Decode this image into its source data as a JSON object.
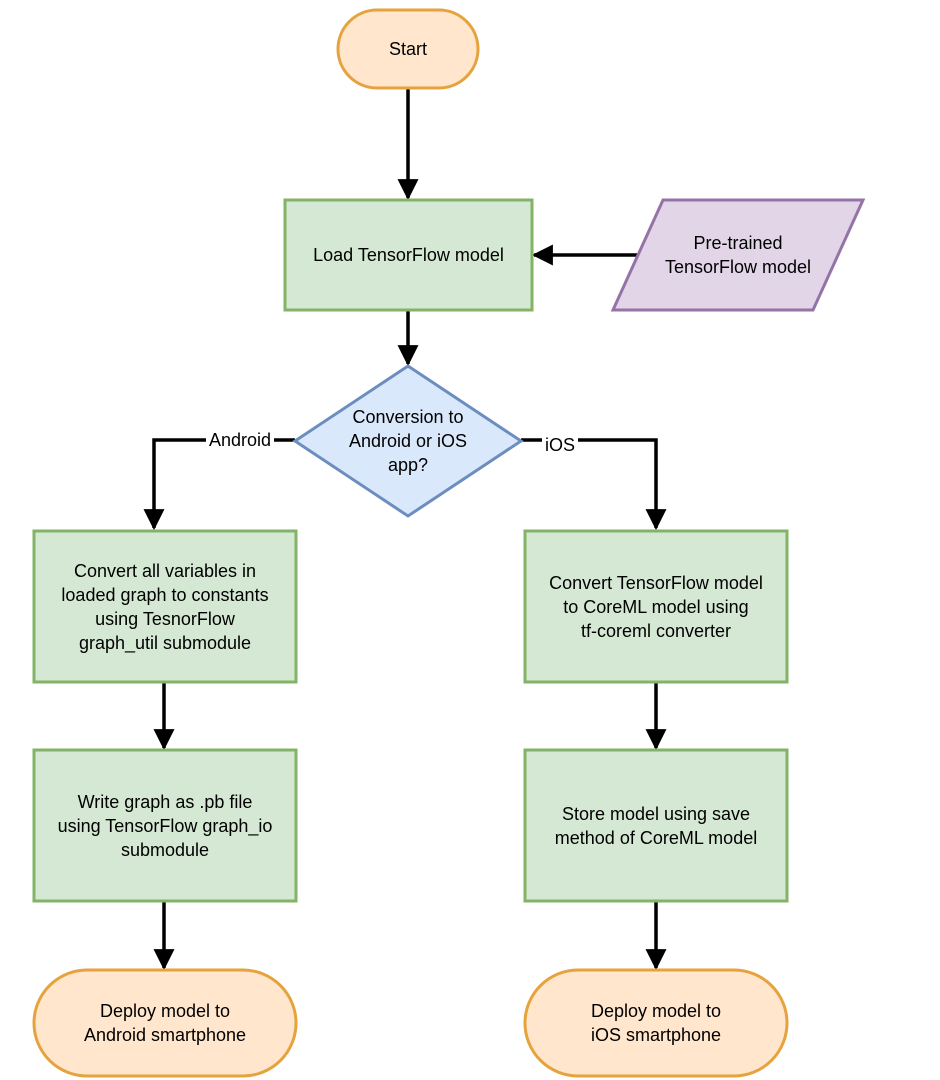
{
  "colors": {
    "terminal_fill": "#ffe6cc",
    "terminal_stroke": "#e6a23c",
    "process_fill": "#d5e8d4",
    "process_stroke": "#82b366",
    "decision_fill": "#dae8fc",
    "decision_stroke": "#6c8ebf",
    "data_fill": "#e1d5e7",
    "data_stroke": "#9673a6",
    "edge": "#000000"
  },
  "nodes": {
    "start": {
      "shape": "terminal",
      "lines": [
        "Start"
      ]
    },
    "load_model": {
      "shape": "process",
      "lines": [
        "Load TensorFlow model"
      ]
    },
    "pretrained": {
      "shape": "data",
      "lines": [
        "Pre-trained",
        "TensorFlow model"
      ]
    },
    "decision": {
      "shape": "decision",
      "lines": [
        "Conversion to",
        "Android or iOS",
        "app?"
      ]
    },
    "convert_android": {
      "shape": "process",
      "lines": [
        "Convert all variables in",
        "loaded graph to constants",
        "using TesnorFlow",
        "graph_util submodule"
      ]
    },
    "convert_ios": {
      "shape": "process",
      "lines": [
        "Convert TensorFlow model",
        "to CoreML model using",
        "tf-coreml converter"
      ]
    },
    "write_graph": {
      "shape": "process",
      "lines": [
        "Write graph as .pb file",
        "using TensorFlow graph_io",
        "submodule"
      ]
    },
    "store_model": {
      "shape": "process",
      "lines": [
        "Store model using save",
        "method of CoreML model"
      ]
    },
    "deploy_android": {
      "shape": "terminal",
      "lines": [
        "Deploy model to",
        "Android smartphone"
      ]
    },
    "deploy_ios": {
      "shape": "terminal",
      "lines": [
        "Deploy model to",
        "iOS smartphone"
      ]
    }
  },
  "edges": [
    {
      "from": "start",
      "to": "load_model"
    },
    {
      "from": "pretrained",
      "to": "load_model"
    },
    {
      "from": "load_model",
      "to": "decision"
    },
    {
      "from": "decision",
      "to": "convert_android",
      "label": "Android"
    },
    {
      "from": "decision",
      "to": "convert_ios",
      "label": "iOS"
    },
    {
      "from": "convert_android",
      "to": "write_graph"
    },
    {
      "from": "convert_ios",
      "to": "store_model"
    },
    {
      "from": "write_graph",
      "to": "deploy_android"
    },
    {
      "from": "store_model",
      "to": "deploy_ios"
    }
  ]
}
